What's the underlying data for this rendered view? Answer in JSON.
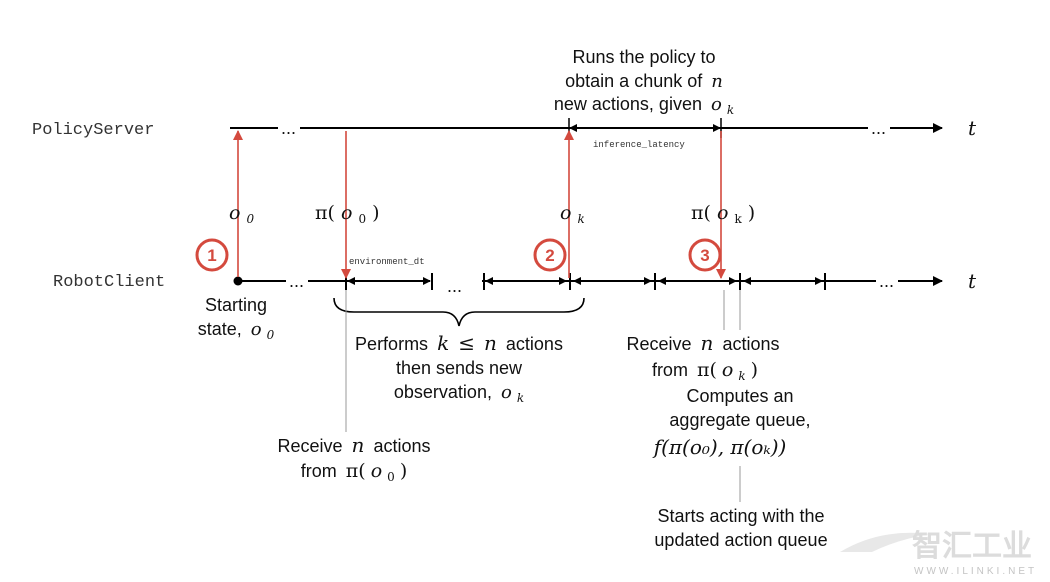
{
  "lanes": {
    "server": "PolicyServer",
    "client": "RobotClient",
    "time_symbol": "t"
  },
  "ellipsis": "...",
  "colors": {
    "accent_red": "#d44a3e",
    "line": "#000000",
    "thin_line": "#9a9a9a"
  },
  "server_annotation": {
    "line1": "Runs the policy to",
    "line2_text": "obtain a chunk of",
    "line2_var": "n",
    "line3_text": "new actions, given",
    "line3_var": "o",
    "line3_sub": "k"
  },
  "server_labels": {
    "inference_latency": "inference_latency",
    "environment_dt": "environment_dt"
  },
  "arrow_labels": {
    "o0": {
      "var": "o",
      "sub": "0"
    },
    "pi_o0": {
      "pi": "π(",
      "var": "o",
      "sub": "0",
      "close": ")"
    },
    "ok": {
      "var": "o",
      "sub": "k"
    },
    "pi_ok": {
      "pi": "π(",
      "var": "o",
      "sub": "k",
      "close": ")"
    }
  },
  "badges": [
    "1",
    "2",
    "3"
  ],
  "annotations": {
    "starting_line1": "Starting",
    "starting_line2": "state,",
    "starting_var": "o",
    "starting_sub": "0",
    "performs_line1_a": "Performs",
    "performs_line1_k": "k",
    "performs_line1_le": "≤",
    "performs_line1_n": "n",
    "performs_line1_b": "actions",
    "performs_line2": "then sends new",
    "performs_line3": "observation,",
    "performs_var": "o",
    "performs_sub": "k",
    "receive_a_line1": "Receive",
    "receive_a_n": "n",
    "receive_a_actions": "actions",
    "receive_a_from": "from",
    "receive_a_pi": "π(",
    "receive_a_var": "o",
    "receive_a_sub": "0",
    "receive_a_close": ")",
    "receive_b_line1": "Receive",
    "receive_b_n": "n",
    "receive_b_actions": "actions",
    "receive_b_from": "from",
    "receive_b_pi": "π(",
    "receive_b_var": "o",
    "receive_b_sub": "k",
    "receive_b_close": ")",
    "computes_line1": "Computes an",
    "computes_line2": "aggregate queue,",
    "computes_formula": "f(π(o₀), π(oₖ))",
    "starts_line1": "Starts acting with the",
    "starts_line2": "updated action queue"
  },
  "watermark": {
    "title": "智汇工业",
    "url": "WWW.ILINKI.NET"
  }
}
